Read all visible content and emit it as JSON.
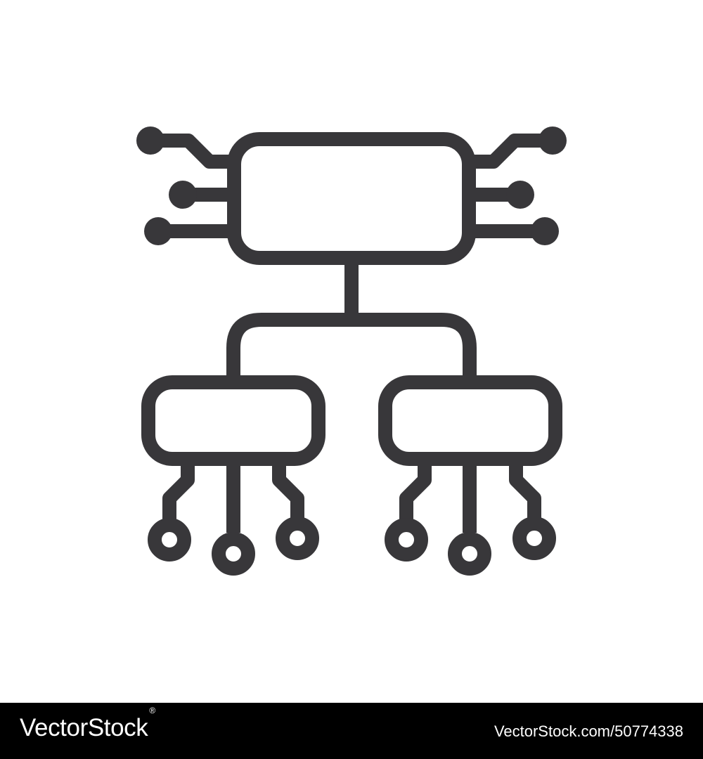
{
  "footer": {
    "brand_text": "VectorStock",
    "registered_mark": "®",
    "url_text": "VectorStock.com/50774338"
  },
  "colors": {
    "background": "#ffffff",
    "stroke": "#38373a",
    "footer_background": "#000000",
    "footer_text": "#ffffff"
  },
  "icon": {
    "name": "hierarchy-circuit-network-icon",
    "nodes": 3,
    "connectors": 12
  }
}
